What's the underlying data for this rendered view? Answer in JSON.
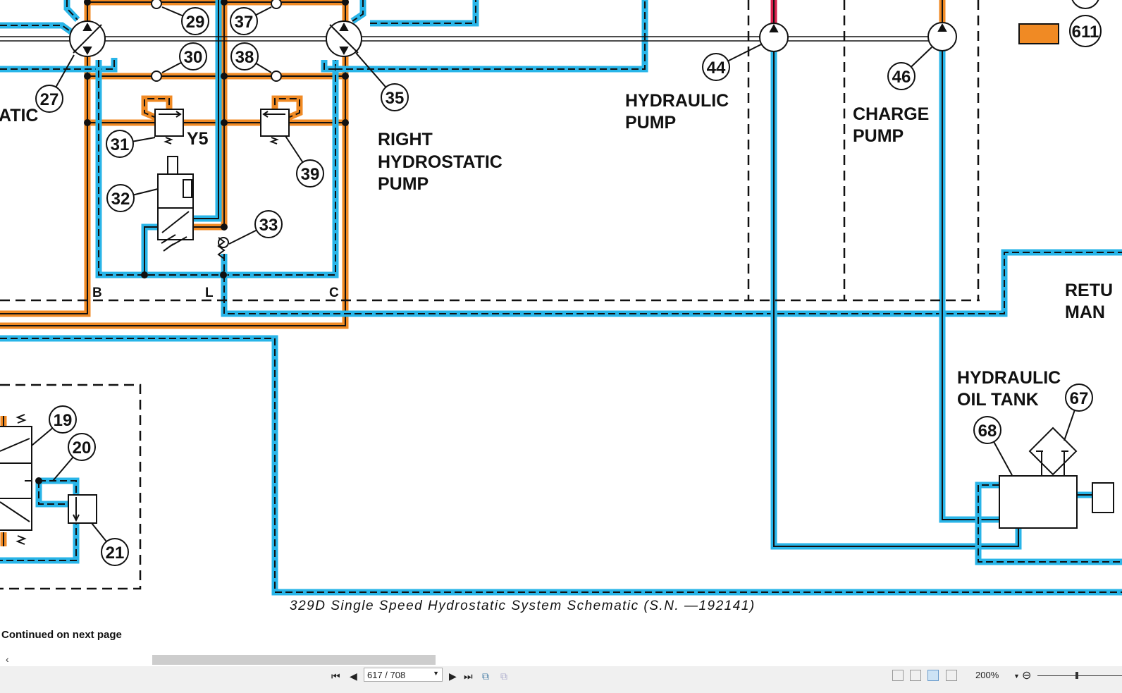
{
  "colors": {
    "orange": "#f08a24",
    "blue": "#29b5e8",
    "red": "#d8214d",
    "legend_orange": "#f08a24"
  },
  "labels": {
    "left_partial": "ATIC",
    "right_pump": [
      "RIGHT",
      "HYDROSTATIC",
      "PUMP"
    ],
    "hydraulic_pump": [
      "HYDRAULIC",
      "PUMP"
    ],
    "charge_pump": [
      "CHARGE",
      "PUMP"
    ],
    "return_manifold": [
      "RETU",
      "MAN"
    ],
    "oil_tank": [
      "HYDRAULIC",
      "OIL TANK"
    ],
    "solenoid": "Y5",
    "port_b": "B",
    "port_l": "L",
    "port_c": "C"
  },
  "callouts": [
    "27",
    "29",
    "30",
    "31",
    "32",
    "33",
    "35",
    "37",
    "38",
    "39",
    "44",
    "46",
    "611",
    "19",
    "20",
    "21",
    "67",
    "68"
  ],
  "caption": "329D  Single  Speed  Hydrostatic  System  Schematic  (S.N.  —192141)",
  "continued": "Continued on next page",
  "viewer": {
    "page": "617 / 708",
    "zoom": "200%",
    "scroll_left": "‹"
  }
}
